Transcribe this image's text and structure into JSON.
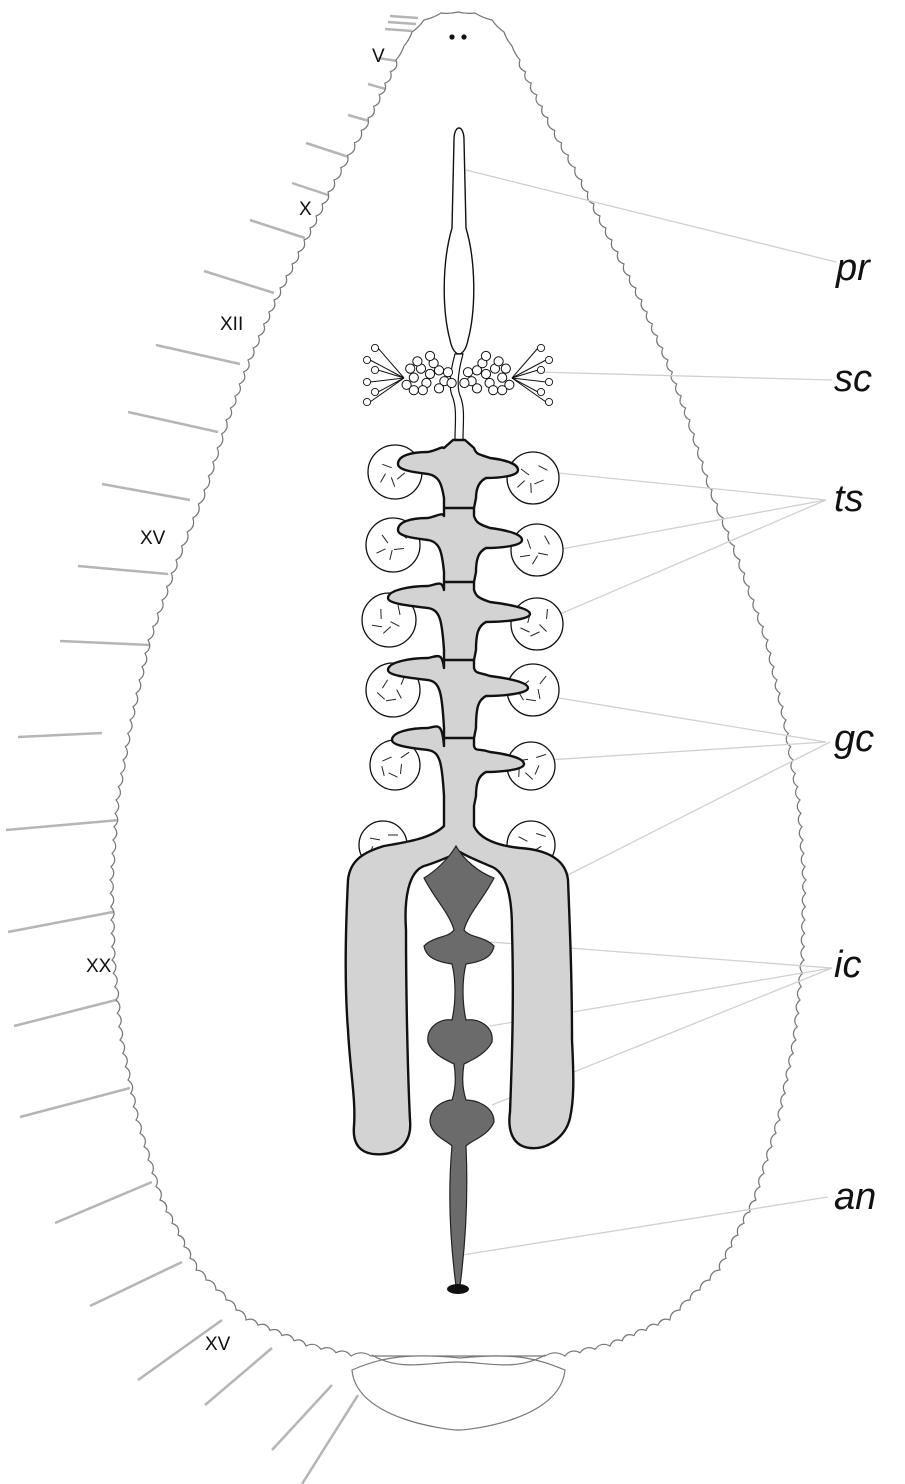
{
  "segment_labels": [
    "V",
    "X",
    "XII",
    "XV",
    "XX",
    "XV"
  ],
  "part_labels": [
    "pr",
    "sc",
    "ts",
    "gc",
    "ic",
    "an"
  ],
  "colors": {
    "outline": "#777777",
    "tick": "#b5b5b5",
    "leader": "#cfcfcf",
    "organ_fill": "#d3d3d3",
    "intestine_fill": "#6b6b6b",
    "stroke": "#111111"
  }
}
